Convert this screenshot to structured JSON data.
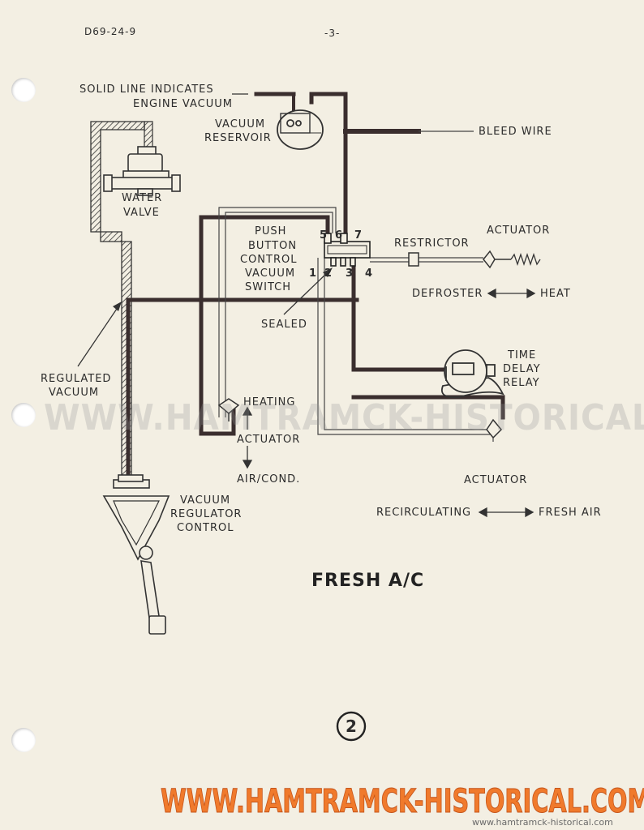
{
  "header": {
    "doc_id": "D69-24-9",
    "page": "-3-"
  },
  "labels": {
    "solid_line_1": "SOLID LINE INDICATES",
    "solid_line_2": "ENGINE VACUUM",
    "vacuum_reservoir_1": "VACUUM",
    "vacuum_reservoir_2": "RESERVOIR",
    "bleed_wire": "BLEED WIRE",
    "water_valve_1": "WATER",
    "water_valve_2": "VALVE",
    "push_button_1": "PUSH",
    "push_button_2": "BUTTON",
    "push_button_3": "CONTROL",
    "push_button_4": "VACUUM",
    "push_button_5": "SWITCH",
    "port_5": "5",
    "port_6": "6",
    "port_7": "7",
    "port_1": "1",
    "port_2": "2",
    "port_3": "3",
    "port_4": "4",
    "restrictor": "RESTRICTOR",
    "actuator_top": "ACTUATOR",
    "defroster": "DEFROSTER",
    "heat": "HEAT",
    "sealed": "SEALED",
    "regulated_1": "REGULATED",
    "regulated_2": "VACUUM",
    "time_delay_1": "TIME",
    "time_delay_2": "DELAY",
    "time_delay_3": "RELAY",
    "heating": "HEATING",
    "actuator_mid": "ACTUATOR",
    "air_cond": "AIR/COND.",
    "actuator_right": "ACTUATOR",
    "recirculating": "RECIRCULATING",
    "fresh_air": "FRESH AIR",
    "regulator_1": "VACUUM",
    "regulator_2": "REGULATOR",
    "regulator_3": "CONTROL"
  },
  "title": "FRESH A/C",
  "figure_number": "2",
  "watermark": {
    "text": "WWW.HAMTRAMCK-HISTORICAL.COM",
    "small": "www.hamtramck-historical.com",
    "color": "#f07a2c"
  }
}
